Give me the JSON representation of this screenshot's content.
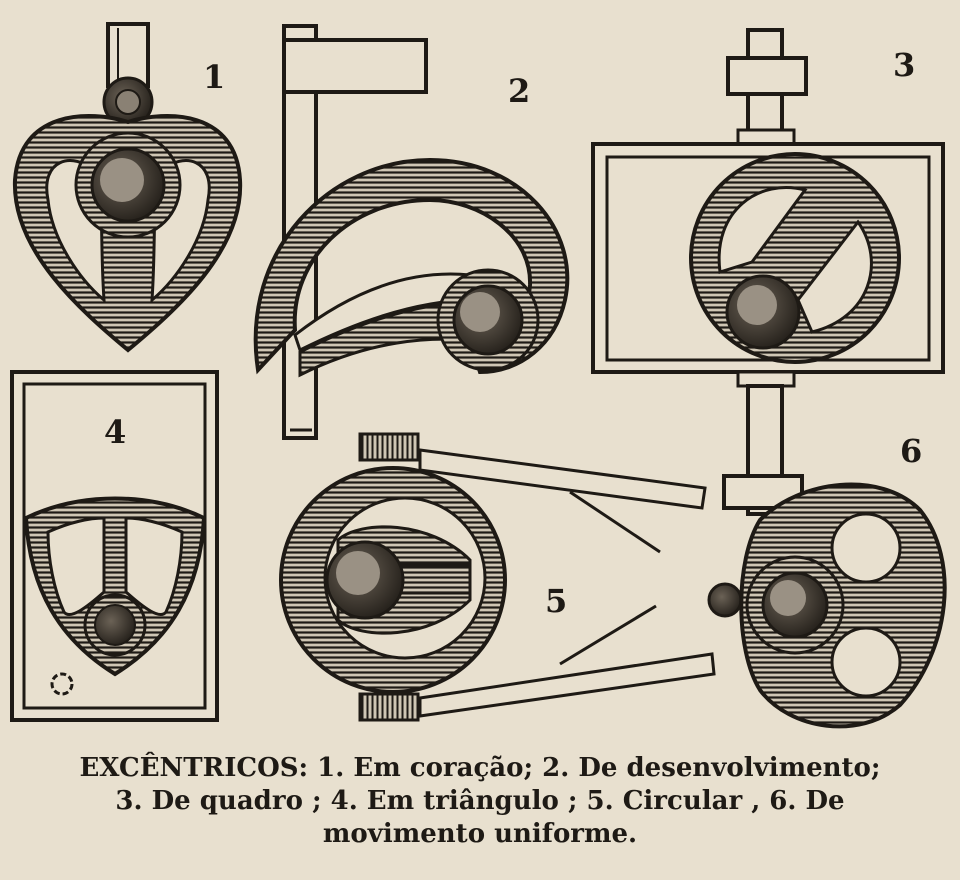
{
  "figures": [
    {
      "number": "1"
    },
    {
      "number": "2"
    },
    {
      "number": "3"
    },
    {
      "number": "4"
    },
    {
      "number": "5"
    },
    {
      "number": "6"
    }
  ],
  "caption": {
    "line1": "EXCÊNTRICOS: 1. Em coração; 2. De desenvolvimento;",
    "line2": "3. De quadro ; 4. Em triângulo ; 5. Circular , 6. De",
    "line3": "movimento uniforme."
  },
  "colors": {
    "paper": "#e8e0cf",
    "ink": "#1e1a15"
  }
}
